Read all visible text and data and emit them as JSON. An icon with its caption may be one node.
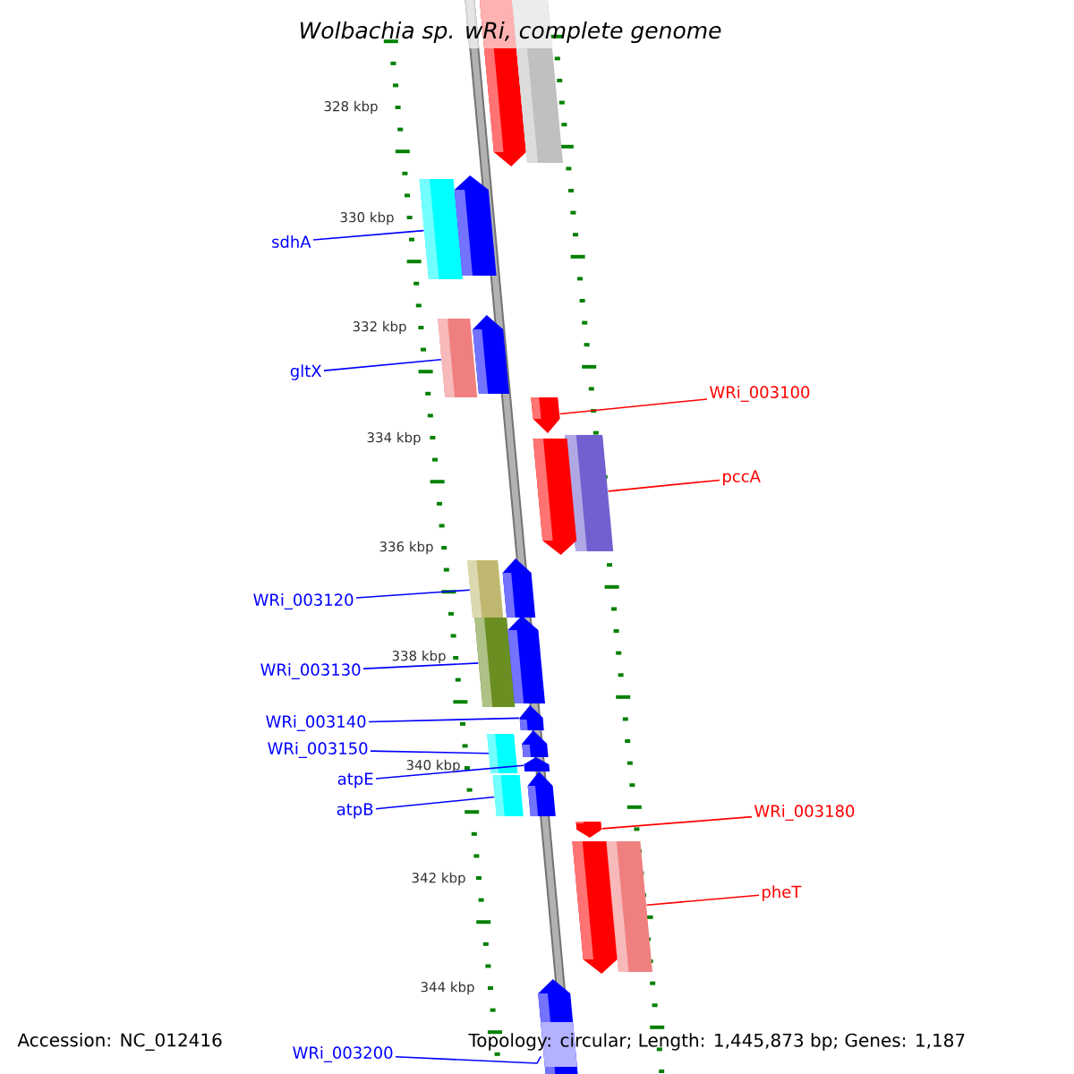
{
  "diagram": {
    "title": "Wolbachia sp. wRi, complete genome",
    "nodes": [
      {
        "text": [
          "sdhA"
        ]
      },
      {
        "text": [],
        "shape": "box"
      },
      {
        "text": [
          "gltX"
        ]
      },
      {
        "text": [],
        "shape": "box"
      },
      {
        "text": [
          "WRi_003100"
        ]
      },
      {
        "text": [],
        "shape": "pentagon"
      },
      {
        "text": [
          "pccA"
        ]
      },
      {
        "text": [],
        "shape": "box"
      },
      {
        "text": [
          "WRi_003120"
        ]
      },
      {
        "text": [],
        "shape": "box"
      },
      {
        "text": [
          "WRi_003130"
        ]
      },
      {
        "text": [],
        "shape": "box"
      },
      {
        "text": [
          "WRi_003140"
        ]
      },
      {
        "text": [],
        "shape": "pentagon"
      },
      {
        "text": [
          "WRi_003150"
        ]
      },
      {
        "text": [],
        "shape": "box"
      },
      {
        "text": [
          "atpE"
        ]
      },
      {
        "text": [],
        "shape": "pentagon"
      },
      {
        "text": [
          "atpB"
        ]
      },
      {
        "text": [],
        "shape": "box"
      },
      {
        "text": [
          "WRi_003180"
        ]
      },
      {
        "text": [],
        "shape": "pentagon"
      },
      {
        "text": [
          "pheT"
        ]
      },
      {
        "text": [],
        "shape": "box"
      },
      {
        "text": [
          "WRi_003200"
        ]
      },
      {
        "text": [],
        "shape": "pentagon"
      },
      {
        "text": [],
        "shape": "pentagon"
      },
      {
        "text": [],
        "shape": "box"
      },
      {
        "text": [],
        "shape": "pentagon"
      },
      {
        "text": [],
        "shape": "pentagon"
      },
      {
        "text": [],
        "shape": "pentagon"
      },
      {
        "text": [],
        "shape": "pentagon"
      },
      {
        "text": [],
        "shape": "pentagon"
      },
      {
        "text": [],
        "shape": "pentagon"
      },
      {
        "text": [],
        "shape": "pentagon"
      },
      {
        "text": [],
        "shape": "pentagon"
      }
    ],
    "edges": [
      {
        "from": 0,
        "to": 1,
        "arrow": "none"
      },
      {
        "from": 2,
        "to": 3,
        "arrow": "none"
      },
      {
        "from": 4,
        "to": 5,
        "arrow": "none",
        "color": "#ff0000"
      },
      {
        "from": 6,
        "to": 7,
        "arrow": "none",
        "color": "#ff0000"
      },
      {
        "from": 8,
        "to": 9,
        "arrow": "none"
      },
      {
        "from": 10,
        "to": 11,
        "arrow": "none"
      },
      {
        "from": 12,
        "to": 13,
        "arrow": "none"
      },
      {
        "from": 14,
        "to": 15,
        "arrow": "none"
      },
      {
        "from": 16,
        "to": 17,
        "arrow": "none"
      },
      {
        "from": 18,
        "to": 19,
        "arrow": "none"
      },
      {
        "from": 20,
        "to": 21,
        "arrow": "none",
        "color": "#ff0000"
      },
      {
        "from": 22,
        "to": 23,
        "arrow": "none",
        "color": "#ff0000"
      },
      {
        "from": 24,
        "to": 25,
        "arrow": "none"
      }
    ],
    "labels": [
      "328 kbp",
      "330 kbp",
      "332 kbp",
      "334 kbp",
      "336 kbp",
      "338 kbp",
      "340 kbp",
      "342 kbp",
      "344 kbp",
      "Accession: NC_012416",
      "Topology: circular; Length: 1,445,873 bp; Genes: 1,187"
    ]
  }
}
